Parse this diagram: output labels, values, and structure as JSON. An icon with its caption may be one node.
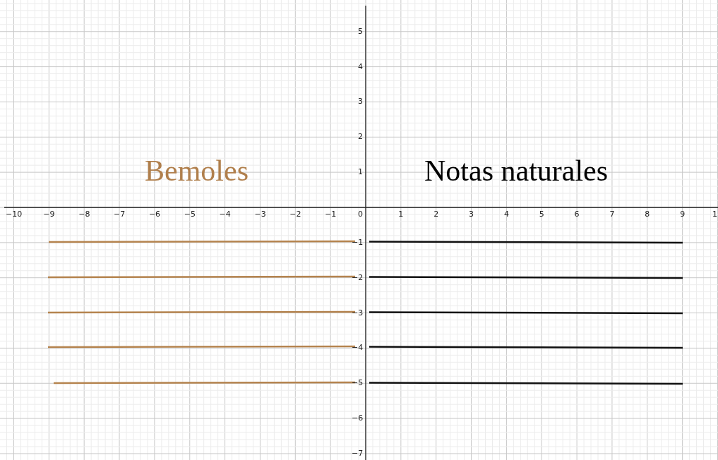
{
  "diagram": {
    "labels": [
      "Bemoles",
      "Notas naturales",
      "−10",
      "−9",
      "−8",
      "−7",
      "−6",
      "−5",
      "−4",
      "−3",
      "−2",
      "−1",
      "0",
      "1",
      "2",
      "3",
      "4",
      "5",
      "6",
      "7",
      "8",
      "9",
      "1",
      "5",
      "4",
      "3",
      "2",
      "1",
      "−1",
      "−2",
      "−3",
      "−4",
      "−5",
      "−6",
      "−7"
    ]
  }
}
